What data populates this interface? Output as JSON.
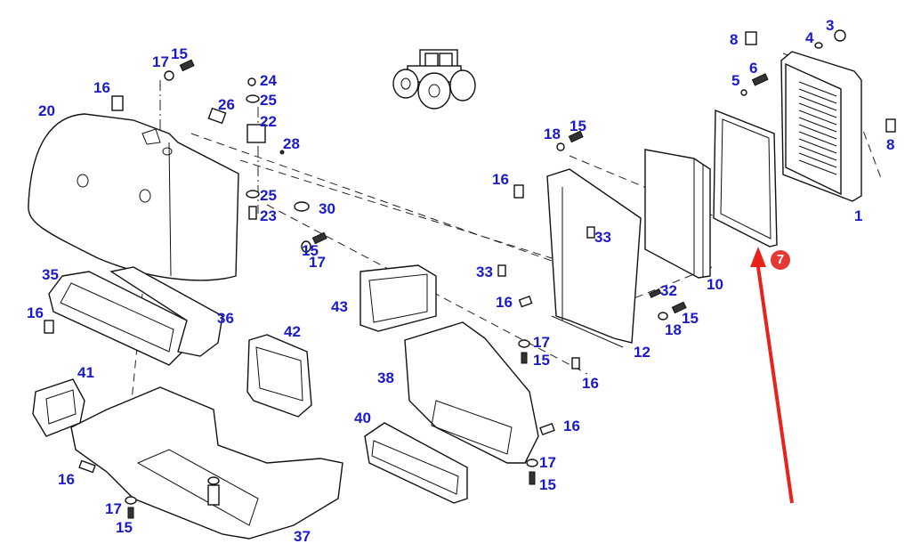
{
  "diagram": {
    "title": "",
    "type": "exploded parts diagram",
    "subject": "tractor cab air intake / filter housing",
    "label_color": "#1a1acc",
    "highlight_color": "#e53935",
    "highlighted_part": {
      "number": "7",
      "description": "filter gasket frame"
    },
    "labels": [
      {
        "id": "l1",
        "text": "1"
      },
      {
        "id": "l3",
        "text": "3"
      },
      {
        "id": "l4",
        "text": "4"
      },
      {
        "id": "l5",
        "text": "5"
      },
      {
        "id": "l6",
        "text": "6"
      },
      {
        "id": "l8a",
        "text": "8"
      },
      {
        "id": "l8b",
        "text": "8"
      },
      {
        "id": "l10",
        "text": "10"
      },
      {
        "id": "l12",
        "text": "12"
      },
      {
        "id": "l15a",
        "text": "15"
      },
      {
        "id": "l15b",
        "text": "15"
      },
      {
        "id": "l15c",
        "text": "15"
      },
      {
        "id": "l15d",
        "text": "15"
      },
      {
        "id": "l15e",
        "text": "15"
      },
      {
        "id": "l15f",
        "text": "15"
      },
      {
        "id": "l15g",
        "text": "15"
      },
      {
        "id": "l16a",
        "text": "16"
      },
      {
        "id": "l16b",
        "text": "16"
      },
      {
        "id": "l16c",
        "text": "16"
      },
      {
        "id": "l16d",
        "text": "16"
      },
      {
        "id": "l16e",
        "text": "16"
      },
      {
        "id": "l16f",
        "text": "16"
      },
      {
        "id": "l16g",
        "text": "16"
      },
      {
        "id": "l17a",
        "text": "17"
      },
      {
        "id": "l17b",
        "text": "17"
      },
      {
        "id": "l17c",
        "text": "17"
      },
      {
        "id": "l17d",
        "text": "17"
      },
      {
        "id": "l17e",
        "text": "17"
      },
      {
        "id": "l18a",
        "text": "18"
      },
      {
        "id": "l18b",
        "text": "18"
      },
      {
        "id": "l20",
        "text": "20"
      },
      {
        "id": "l22",
        "text": "22"
      },
      {
        "id": "l23",
        "text": "23"
      },
      {
        "id": "l24",
        "text": "24"
      },
      {
        "id": "l25a",
        "text": "25"
      },
      {
        "id": "l25b",
        "text": "25"
      },
      {
        "id": "l26",
        "text": "26"
      },
      {
        "id": "l28",
        "text": "28"
      },
      {
        "id": "l30",
        "text": "30"
      },
      {
        "id": "l32",
        "text": "32"
      },
      {
        "id": "l33a",
        "text": "33"
      },
      {
        "id": "l33b",
        "text": "33"
      },
      {
        "id": "l35",
        "text": "35"
      },
      {
        "id": "l36",
        "text": "36"
      },
      {
        "id": "l37",
        "text": "37"
      },
      {
        "id": "l38",
        "text": "38"
      },
      {
        "id": "l40",
        "text": "40"
      },
      {
        "id": "l41",
        "text": "41"
      },
      {
        "id": "l42",
        "text": "42"
      },
      {
        "id": "l43",
        "text": "43"
      }
    ],
    "badge_text": "7"
  }
}
